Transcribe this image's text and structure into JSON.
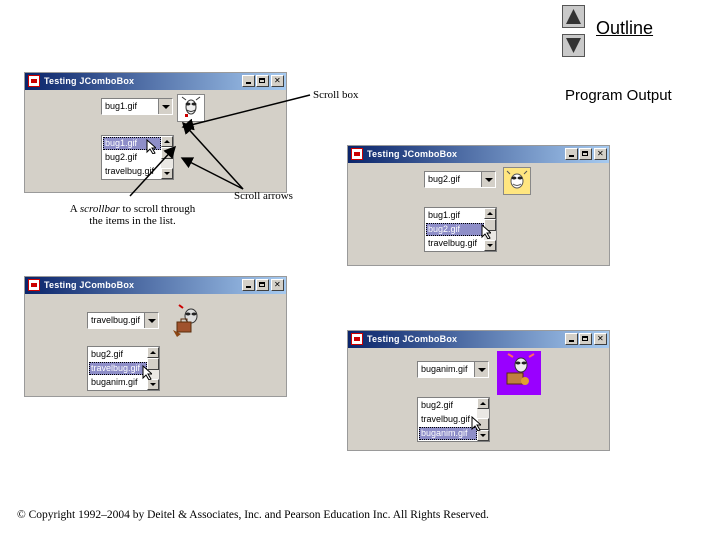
{
  "nav": {
    "outline_label": "Outline",
    "program_output_label": "Program Output"
  },
  "annotations": {
    "scroll_box": "Scroll box",
    "scroll_arrows": "Scroll arrows",
    "scrollbar_a": "A ",
    "scrollbar_em": "scrollbar",
    "scrollbar_b": " to scroll through",
    "scrollbar_c": "the items in the list."
  },
  "windows": [
    {
      "title": "Testing JComboBox",
      "combo_value": "bug1.gif",
      "list_items": [
        "bug1.gif",
        "bug2.gif",
        "travelbug.gif"
      ],
      "selected_index": 0,
      "image": "bug1-image"
    },
    {
      "title": "Testing JComboBox",
      "combo_value": "bug2.gif",
      "list_items": [
        "bug1.gif",
        "bug2.gif",
        "travelbug.gif"
      ],
      "selected_index": 1,
      "image": "bug2-image"
    },
    {
      "title": "Testing JComboBox",
      "combo_value": "travelbug.gif",
      "list_items": [
        "bug2.gif",
        "travelbug.gif",
        "buganim.gif"
      ],
      "selected_index": 1,
      "image": "travelbug-image"
    },
    {
      "title": "Testing JComboBox",
      "combo_value": "buganim.gif",
      "list_items": [
        "bug2.gif",
        "travelbug.gif",
        "buganim.gif"
      ],
      "selected_index": 2,
      "image": "buganim-image"
    }
  ],
  "footer": {
    "copyright": "© Copyright 1992–2004 by Deitel & Associates, Inc. and Pearson Education Inc. All Rights Reserved."
  },
  "colors": {
    "titlebar_start": "#0a246a",
    "titlebar_end": "#a6caf0",
    "window_bg": "#d4d0c8",
    "selection": "#8e8ec8",
    "buganim_bg": "#9900ff"
  }
}
